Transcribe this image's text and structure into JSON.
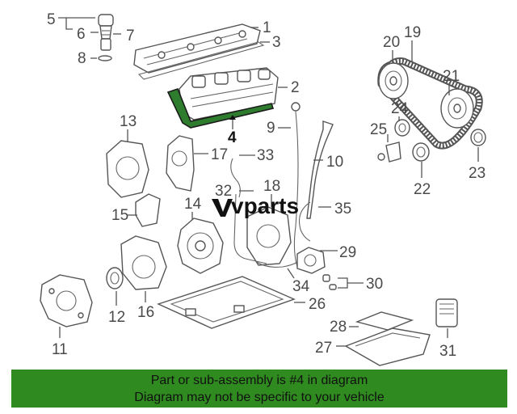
{
  "labels": {
    "p1": "1",
    "p2": "2",
    "p3": "3",
    "p4": "4",
    "p5": "5",
    "p6": "6",
    "p7": "7",
    "p8": "8",
    "p9": "9",
    "p10": "10",
    "p11": "11",
    "p12": "12",
    "p13": "13",
    "p14": "14",
    "p15": "15",
    "p16": "16",
    "p17": "17",
    "p18": "18",
    "p19": "19",
    "p20": "20",
    "p21": "21",
    "p22": "22",
    "p23": "23",
    "p24": "24",
    "p25": "25",
    "p26": "26",
    "p27": "27",
    "p28": "28",
    "p29": "29",
    "p30": "30",
    "p31": "31",
    "p32": "32",
    "p33": "33",
    "p34": "34",
    "p35": "35"
  },
  "highlight": {
    "part_number": "4",
    "color": "#2e7d2e"
  },
  "watermark": {
    "text": "vparts",
    "brand_mark": "V"
  },
  "banner": {
    "line1": "Part or sub-assembly is #4 in diagram",
    "line2": "Diagram may not be specific to your vehicle",
    "color": "#2f8a1f"
  }
}
